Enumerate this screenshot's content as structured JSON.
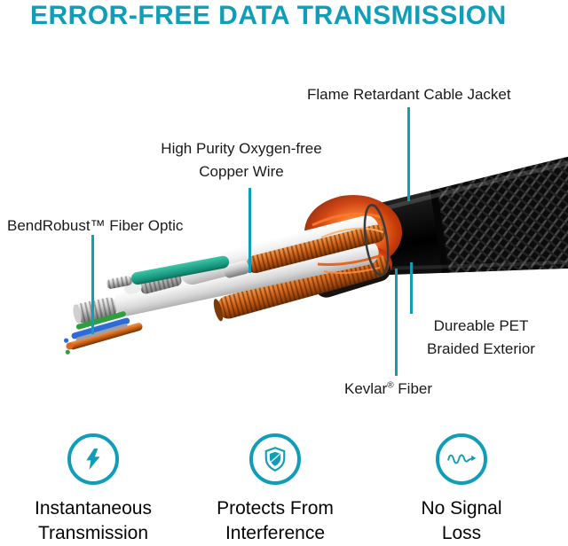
{
  "accent_color": "#109db8",
  "background_color": "#ffffff",
  "title": "ERROR-FREE DATA TRANSMISSION",
  "callouts": {
    "jacket": {
      "label": "Flame Retardant Cable Jacket"
    },
    "copper": {
      "line1": "High Purity Oxygen-free",
      "line2": "Copper Wire"
    },
    "fiber_optic": {
      "label": "BendRobust™ Fiber Optic"
    },
    "pet": {
      "line1": "Dureable PET",
      "line2": "Braided Exterior"
    },
    "kevlar": {
      "word1": "Kevlar",
      "reg_mark": "®",
      "word2": "Fiber"
    }
  },
  "features": [
    {
      "icon": "lightning-icon",
      "line1": "Instantaneous",
      "line2": "Transmission"
    },
    {
      "icon": "shield-icon",
      "line1": "Protects From",
      "line2": "Interference"
    },
    {
      "icon": "signal-wave-icon",
      "line1": "No Signal",
      "line2": "Loss"
    }
  ]
}
